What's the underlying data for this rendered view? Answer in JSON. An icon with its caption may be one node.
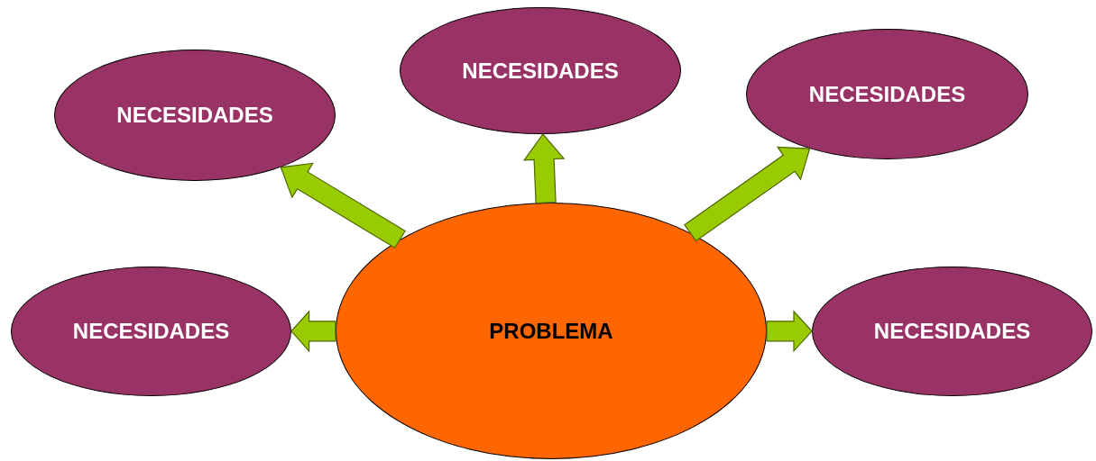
{
  "diagram": {
    "nodes": [
      {
        "text": [
          "NECESIDADES"
        ]
      },
      {
        "text": [
          "NECESIDADES"
        ]
      },
      {
        "text": [
          "NECESIDADES"
        ]
      },
      {
        "text": [
          "NECESIDADES"
        ]
      },
      {
        "text": [
          "PROBLEMA"
        ]
      },
      {
        "text": [
          "NECESIDADES"
        ]
      }
    ],
    "edges": [
      {
        "from": 4,
        "to": 0,
        "arrow": "to"
      },
      {
        "from": 4,
        "to": 1,
        "arrow": "to"
      },
      {
        "from": 4,
        "to": 2,
        "arrow": "to"
      },
      {
        "from": 4,
        "to": 3,
        "arrow": "to"
      },
      {
        "from": 4,
        "to": 5,
        "arrow": "to"
      }
    ]
  }
}
